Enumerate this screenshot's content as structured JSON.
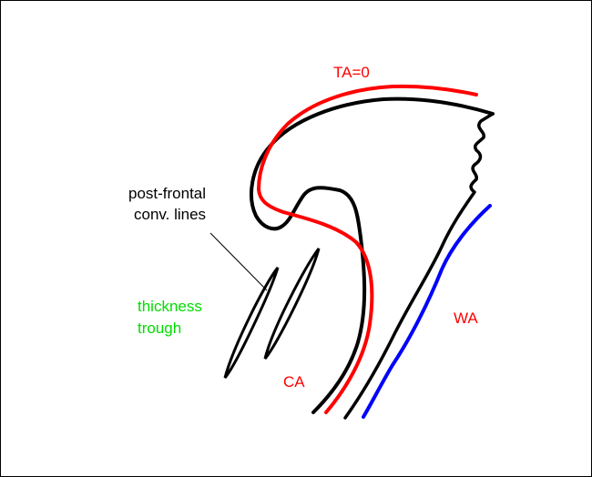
{
  "labels": {
    "ta0": "TA=0",
    "post_frontal_line1": "post-frontal",
    "post_frontal_line2": "conv. lines",
    "thickness_line1": "thickness",
    "thickness_line2": "trough",
    "ca": "CA",
    "wa": "WA"
  },
  "colors": {
    "front": "#000000",
    "ta0_line": "#ff0000",
    "warm_line": "#0000ff",
    "air_mass_labels": "#ff0000",
    "thickness_label": "#00dd00"
  }
}
